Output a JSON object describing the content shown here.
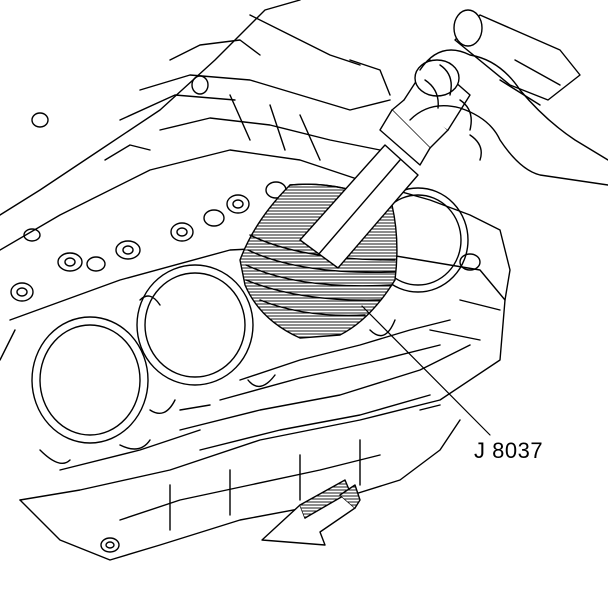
{
  "figure": {
    "tool_label": "J 8037",
    "line_color": "#000000",
    "background_color": "#ffffff",
    "arrow_direction": "front-of-engine",
    "shading_style": "hatched"
  }
}
